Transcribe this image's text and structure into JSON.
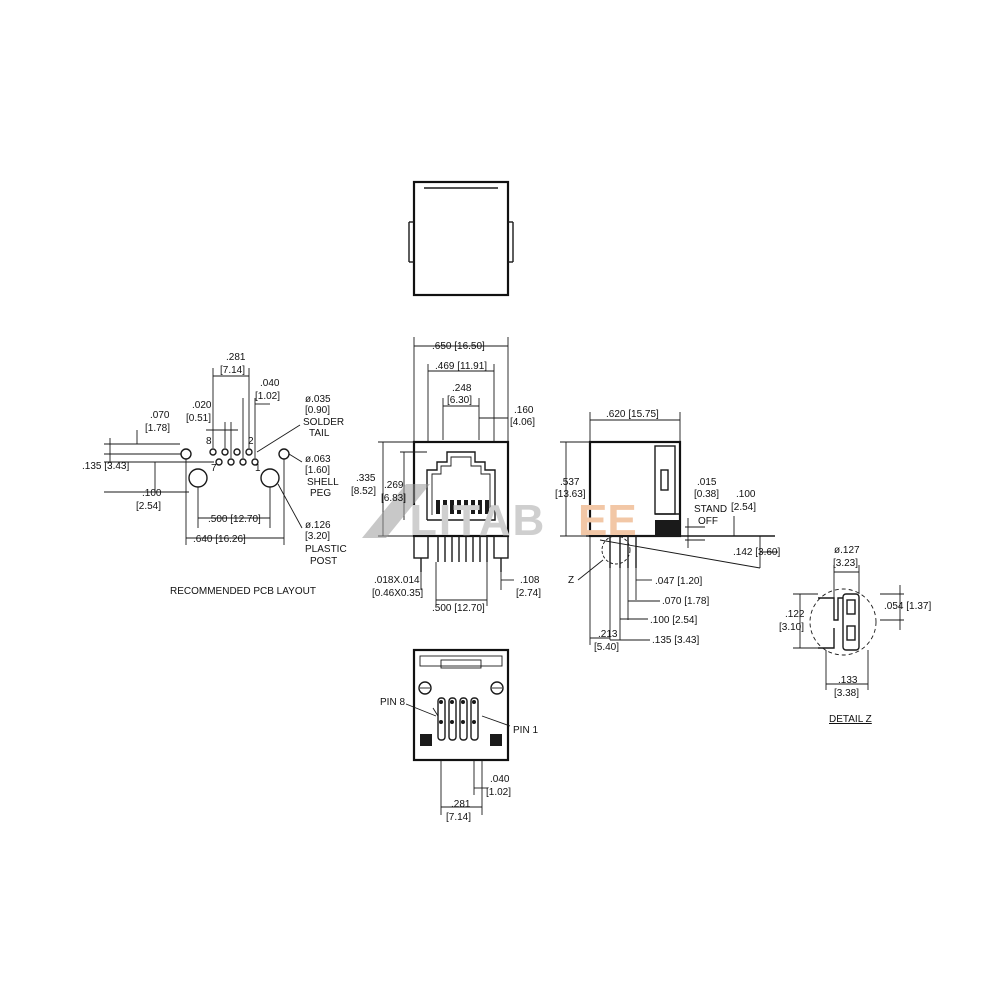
{
  "views": {
    "pcb": {
      "title": "RECOMMENDED PCB LAYOUT",
      "dims": {
        "d281": ".281",
        "d281m": "[7.14]",
        "d040": ".040",
        "d040m": "[1.02]",
        "d020": ".020",
        "d020m": "[0.51]",
        "d070": ".070",
        "d070m": "[1.78]",
        "d135": ".135 [3.43]",
        "d100": ".100",
        "d100m": "[2.54]",
        "d500": ".500 [12.70]",
        "d640": ".640 [16.26]",
        "solder1": "ø.035",
        "solder2": "[0.90]",
        "solder3": "SOLDER",
        "solder4": "TAIL",
        "shell1": "ø.063",
        "shell2": "[1.60]",
        "shell3": "SHELL",
        "shell4": "PEG",
        "post1": "ø.126",
        "post2": "[3.20]",
        "post3": "PLASTIC",
        "post4": "POST",
        "pin8": "8",
        "pin7": "7",
        "pin2": "2",
        "pin1": "1"
      }
    },
    "front": {
      "dims": {
        "d650": ".650 [16.50]",
        "d469": ".469 [11.91]",
        "d248": ".248",
        "d248m": "[6.30]",
        "d160": ".160",
        "d160m": "[4.06]",
        "d335": ".335",
        "d335m": "[8.52]",
        "d269": ".269",
        "d269m": "[6.83]",
        "d018": ".018X.014",
        "d018m": "[0.46X0.35]",
        "d500": ".500 [12.70]",
        "d108": ".108",
        "d108m": "[2.74]"
      }
    },
    "side": {
      "dims": {
        "d620": ".620 [15.75]",
        "d537": ".537",
        "d537m": "[13.63]",
        "d015": ".015",
        "d015m": "[0.38]",
        "standoff1": "STAND",
        "standoff2": "OFF",
        "d100": ".100",
        "d100m": "[2.54]",
        "d142": ".142 [3.60]",
        "z": "Z",
        "d047": ".047 [1.20]",
        "d070": ".070 [1.78]",
        "d100b": ".100 [2.54]",
        "d213": ".213",
        "d213m": "[5.40]",
        "d135": ".135 [3.43]"
      }
    },
    "detail": {
      "title": "DETAIL Z",
      "dims": {
        "d127": "ø.127",
        "d127m": "[3.23]",
        "d122": ".122",
        "d122m": "[3.10]",
        "d054": ".054 [1.37]",
        "d133": ".133",
        "d133m": "[3.38]"
      }
    },
    "bottom": {
      "dims": {
        "pin8": "PIN 8",
        "pin1": "PIN 1",
        "d040": ".040",
        "d040m": "[1.02]",
        "d281": ".281",
        "d281m": "[7.14]"
      }
    }
  },
  "watermark": {
    "text": "LITAB",
    "suffix": "EE"
  }
}
